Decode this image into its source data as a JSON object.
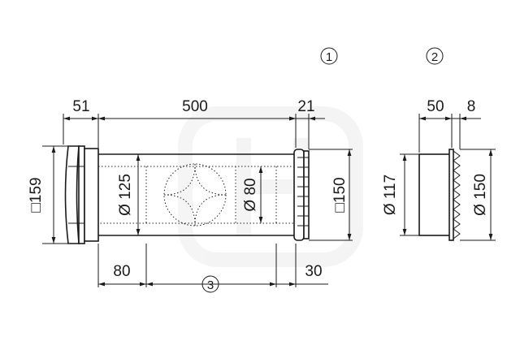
{
  "markers": {
    "part1": "1",
    "part2": "2",
    "part3": "3"
  },
  "dimensions": {
    "left_grille_depth": "51",
    "tube_length": "500",
    "right_cap_depth": "21",
    "grille_square": "□159",
    "tube_diameter": "Ø 125",
    "inner_diameter": "Ø 80",
    "cap_square": "□150",
    "left_offset": "80",
    "right_offset": "30",
    "part2_depth": "50",
    "part2_flange": "8",
    "part2_inner_diameter": "Ø 117",
    "part2_outer_diameter": "Ø 150"
  },
  "watermark_color": "#ececec",
  "line_color": "#1a1a1a"
}
